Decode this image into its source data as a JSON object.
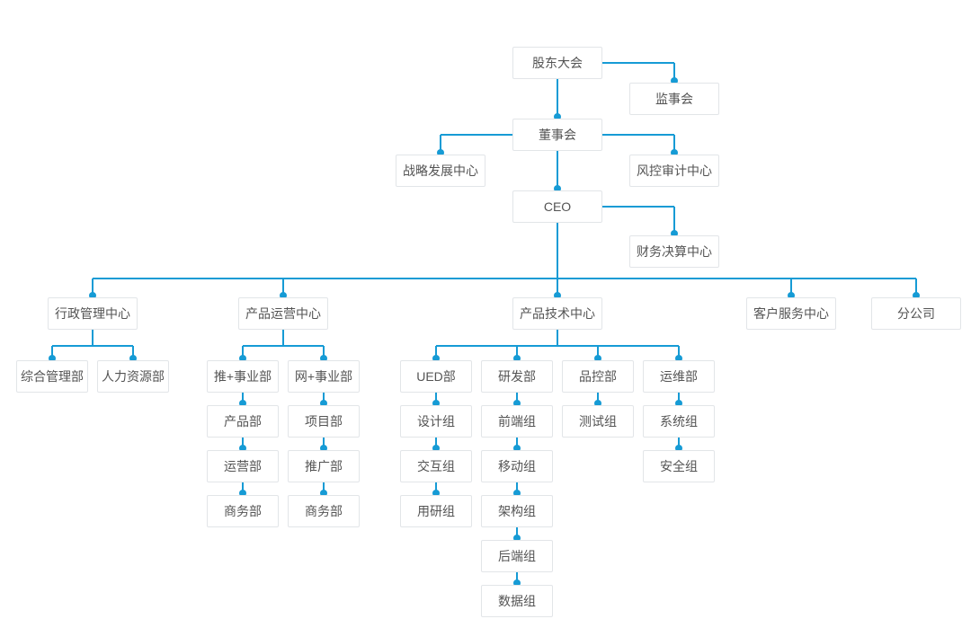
{
  "diagram": {
    "type": "org-chart",
    "colors": {
      "line": "#169bd5",
      "dot": "#169bd5",
      "box_border": "#e2e5e8",
      "box_background": "#ffffff",
      "text": "#545454",
      "page_background": "#ffffff"
    },
    "nodes": [
      {
        "id": "shareholders",
        "label": "股东大会",
        "parent": null
      },
      {
        "id": "supervisory",
        "label": "监事会",
        "parent": "shareholders"
      },
      {
        "id": "board",
        "label": "董事会",
        "parent": "shareholders"
      },
      {
        "id": "strategy",
        "label": "战略发展中心",
        "parent": "board"
      },
      {
        "id": "risk",
        "label": "风控审计中心",
        "parent": "board"
      },
      {
        "id": "ceo",
        "label": "CEO",
        "parent": "board"
      },
      {
        "id": "finance",
        "label": "财务决算中心",
        "parent": "ceo"
      },
      {
        "id": "admin",
        "label": "行政管理中心",
        "parent": "ceo"
      },
      {
        "id": "ops",
        "label": "产品运营中心",
        "parent": "ceo"
      },
      {
        "id": "tech",
        "label": "产品技术中心",
        "parent": "ceo"
      },
      {
        "id": "service",
        "label": "客户服务中心",
        "parent": "ceo"
      },
      {
        "id": "branch",
        "label": "分公司",
        "parent": "ceo"
      },
      {
        "id": "general",
        "label": "综合管理部",
        "parent": "admin"
      },
      {
        "id": "hr",
        "label": "人力资源部",
        "parent": "admin"
      },
      {
        "id": "tui",
        "label": "推+事业部",
        "parent": "ops"
      },
      {
        "id": "wang",
        "label": "网+事业部",
        "parent": "ops"
      },
      {
        "id": "product",
        "label": "产品部",
        "parent": "tui"
      },
      {
        "id": "operation",
        "label": "运营部",
        "parent": "product"
      },
      {
        "id": "business1",
        "label": "商务部",
        "parent": "operation"
      },
      {
        "id": "project",
        "label": "项目部",
        "parent": "wang"
      },
      {
        "id": "promotion",
        "label": "推广部",
        "parent": "project"
      },
      {
        "id": "business2",
        "label": "商务部",
        "parent": "promotion"
      },
      {
        "id": "ued",
        "label": "UED部",
        "parent": "tech"
      },
      {
        "id": "rd",
        "label": "研发部",
        "parent": "tech"
      },
      {
        "id": "qc",
        "label": "品控部",
        "parent": "tech"
      },
      {
        "id": "devops",
        "label": "运维部",
        "parent": "tech"
      },
      {
        "id": "design",
        "label": "设计组",
        "parent": "ued"
      },
      {
        "id": "interaction",
        "label": "交互组",
        "parent": "design"
      },
      {
        "id": "research",
        "label": "用研组",
        "parent": "interaction"
      },
      {
        "id": "frontend",
        "label": "前端组",
        "parent": "rd"
      },
      {
        "id": "mobile",
        "label": "移动组",
        "parent": "frontend"
      },
      {
        "id": "architecture",
        "label": "架构组",
        "parent": "mobile"
      },
      {
        "id": "backend",
        "label": "后端组",
        "parent": "architecture"
      },
      {
        "id": "data",
        "label": "数据组",
        "parent": "backend"
      },
      {
        "id": "testing",
        "label": "测试组",
        "parent": "qc"
      },
      {
        "id": "system",
        "label": "系统组",
        "parent": "devops"
      },
      {
        "id": "security",
        "label": "安全组",
        "parent": "system"
      }
    ]
  }
}
